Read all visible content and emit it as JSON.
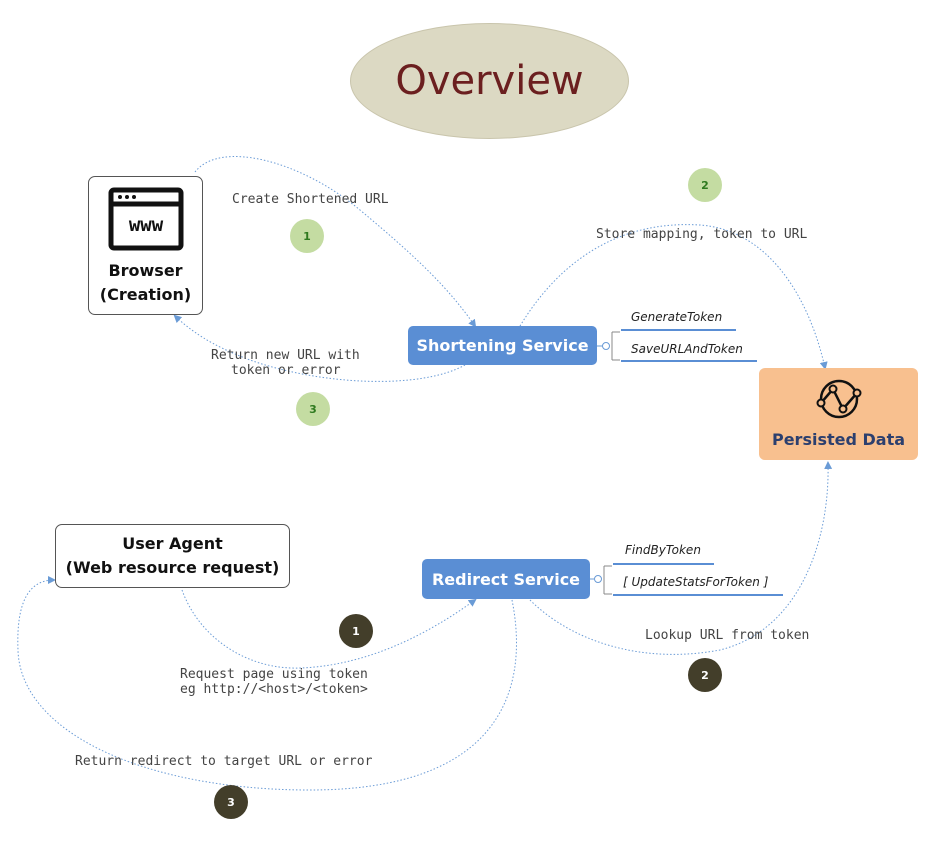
{
  "title": "Overview",
  "nodes": {
    "browser": {
      "line1": "Browser",
      "line2": "(Creation)",
      "icon": "browser-www-icon"
    },
    "user_agent": {
      "line1": "User Agent",
      "line2": "(Web resource request)"
    },
    "shortening_service": {
      "label": "Shortening Service",
      "methods": [
        "GenerateToken",
        "SaveURLAndToken"
      ]
    },
    "redirect_service": {
      "label": "Redirect Service",
      "methods": [
        "FindByToken",
        "[ UpdateStatsForToken ]"
      ]
    },
    "persisted_data": {
      "label": "Persisted Data",
      "icon": "database-graph-icon"
    }
  },
  "edges": {
    "create_shortened": "Create Shortened URL",
    "store_mapping": "Store mapping, token to URL",
    "return_new_url_1": "Return new URL with",
    "return_new_url_2": "token or error",
    "request_page_1": "Request page using token",
    "request_page_2": "eg http://<host>/<token>",
    "lookup_url": "Lookup URL from token",
    "return_redirect": "Return redirect to target URL or error"
  },
  "badges": {
    "creation": [
      "1",
      "2",
      "3"
    ],
    "redirect": [
      "1",
      "2",
      "3"
    ]
  },
  "colors": {
    "service": "#5a8ed4",
    "store": "#f8c08f",
    "title_ellipse": "#dcd9c3",
    "title_text": "#6b1f1f",
    "badge_green": "#c4dca2",
    "badge_dark": "#433e2a",
    "connector": "#6a9bd6"
  }
}
